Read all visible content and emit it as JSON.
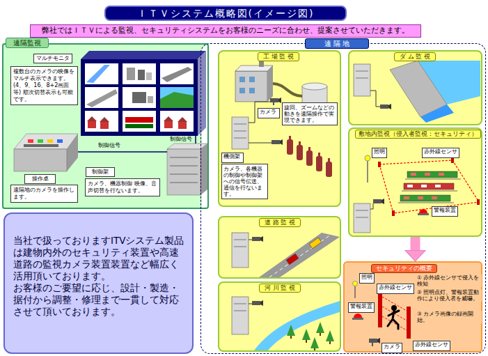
{
  "diagram": {
    "title": "ＩＴＶシステム概略図(イメージ図)",
    "nodes": [
      {
        "text": [
          "弊社ではＩＴＶによる監視、セキュリティシステムをお客様のニーズに合わせ、提案させていただきます。"
        ]
      },
      {
        "text": [
          "遠隔監視"
        ]
      },
      {
        "text": [
          "マルチモニタ",
          "複数台のカメラの映像をマルチ表示できます。 (4、9、16、8+2画面等) 順次切替表示も可能です。"
        ],
        "in": 1
      },
      {
        "text": [
          "操作卓",
          "遠隔地のカメラを操作します。"
        ],
        "in": 1
      },
      {
        "text": [
          "制御架",
          "カメラ、機器制御 映像、音声切替を行ないます。"
        ],
        "in": 1
      },
      {
        "text": [
          "当社で扱っておりますITVシステム製品は建物内外のセキュリティ装置や高速道路の監視カメラ装置装置など幅広く活用頂いております。",
          "お客様のご要望に応じ、設計・製造・据付から調整・修理まで一貫して対応させて頂いております。"
        ]
      },
      {
        "text": [
          "遠 隔 地"
        ]
      },
      {
        "text": [
          "工 場 監 視"
        ],
        "in": 6
      },
      {
        "text": [
          "カメラ"
        ],
        "in": 7
      },
      {
        "text": [
          "旋回、ズームなどの動きを遠隔操作で実現できます。"
        ],
        "in": 7
      },
      {
        "text": [
          "機側架"
        ],
        "in": 7
      },
      {
        "text": [
          "カメラ、各機器の制御や制御架への信号伝送、通信を行ないます。"
        ],
        "in": 7
      },
      {
        "text": [
          "ダ ム 監 視"
        ],
        "in": 6
      },
      {
        "text": [
          "敷地内監視（侵入者監視：セキュリティ）"
        ],
        "in": 6
      },
      {
        "text": [
          "照明"
        ],
        "in": 13
      },
      {
        "text": [
          "赤外線センサ"
        ],
        "in": 13
      },
      {
        "text": [
          "警報装置"
        ],
        "in": 13
      },
      {
        "text": [
          "道 路 監 視"
        ],
        "in": 6
      },
      {
        "text": [
          "河 川 監 視"
        ],
        "in": 6
      },
      {
        "text": [
          "セキュリティの概要"
        ],
        "in": 6
      },
      {
        "text": [
          "照明"
        ],
        "in": 19
      },
      {
        "text": [
          "赤外線センサ"
        ],
        "in": 19
      },
      {
        "text": [
          "警報装置"
        ],
        "in": 19
      },
      {
        "text": [
          "カメラ"
        ],
        "in": 19
      },
      {
        "text": [
          "赤外線センサ"
        ],
        "in": 19
      }
    ],
    "edges": [
      {
        "from": 13,
        "to": 19,
        "arrow": "to"
      }
    ],
    "labels": [
      "制御信号",
      "制御信号",
      "① 赤外線センサで侵入を検知",
      "② 照明点灯、警報装置動作により侵入者を威嚇。",
      "③ カメラ画像の録画開始。"
    ]
  }
}
